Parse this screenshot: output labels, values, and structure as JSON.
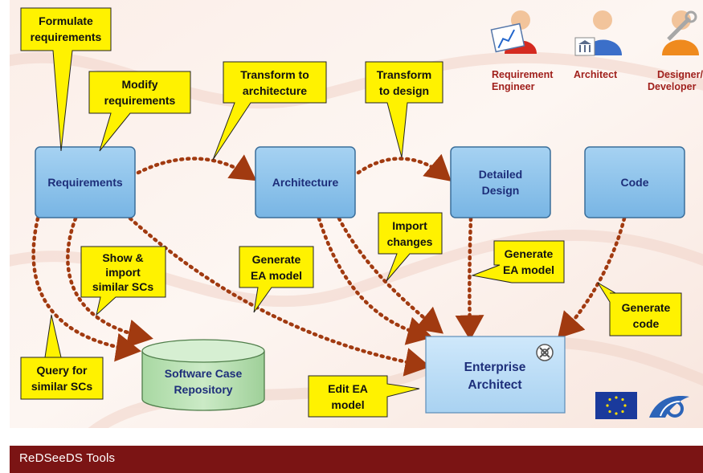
{
  "roles": [
    {
      "icon": "requirement-engineer-icon",
      "lines": [
        "Requirement",
        "Engineer"
      ]
    },
    {
      "icon": "architect-icon",
      "lines": [
        "Architect"
      ]
    },
    {
      "icon": "designer-developer-icon",
      "lines": [
        "Designer/",
        "Developer"
      ]
    }
  ],
  "boxes": {
    "requirements": [
      "Requirements"
    ],
    "architecture": [
      "Architecture"
    ],
    "detailed_design": [
      "Detailed",
      "Design"
    ],
    "code": [
      "Code"
    ],
    "enterprise_architect": [
      "Enterprise",
      "Architect"
    ],
    "repository": [
      "Software Case",
      "Repository"
    ]
  },
  "callouts": {
    "formulate": [
      "Formulate",
      "requirements"
    ],
    "modify": [
      "Modify",
      "requirements"
    ],
    "transform_arch": [
      "Transform to",
      "architecture"
    ],
    "transform_design": [
      "Transform",
      "to design"
    ],
    "import_changes": [
      "Import",
      "changes"
    ],
    "generate_ea_1": [
      "Generate",
      "EA model"
    ],
    "generate_ea_2": [
      "Generate",
      "EA model"
    ],
    "show_import": [
      "Show &",
      "import",
      "similar SCs"
    ],
    "query": [
      "Query for",
      "similar SCs"
    ],
    "generate_code": [
      "Generate",
      "code"
    ],
    "edit_ea": [
      "Edit EA",
      "model"
    ]
  },
  "colors": {
    "box_fill": "#87c1ec",
    "box_stroke": "#3a6e9a",
    "box_text": "#1d2e7a",
    "callout_fill": "#fff200",
    "arrow": "#a13a10",
    "role_text": "#a0201c",
    "repo_fill": "#b9e1b4",
    "caption_bg": "#7b1414"
  },
  "footer": {
    "logos": [
      "eu-flag-icon",
      "fp6-logo-icon"
    ],
    "caption": "ReDSeeDS Tools"
  }
}
